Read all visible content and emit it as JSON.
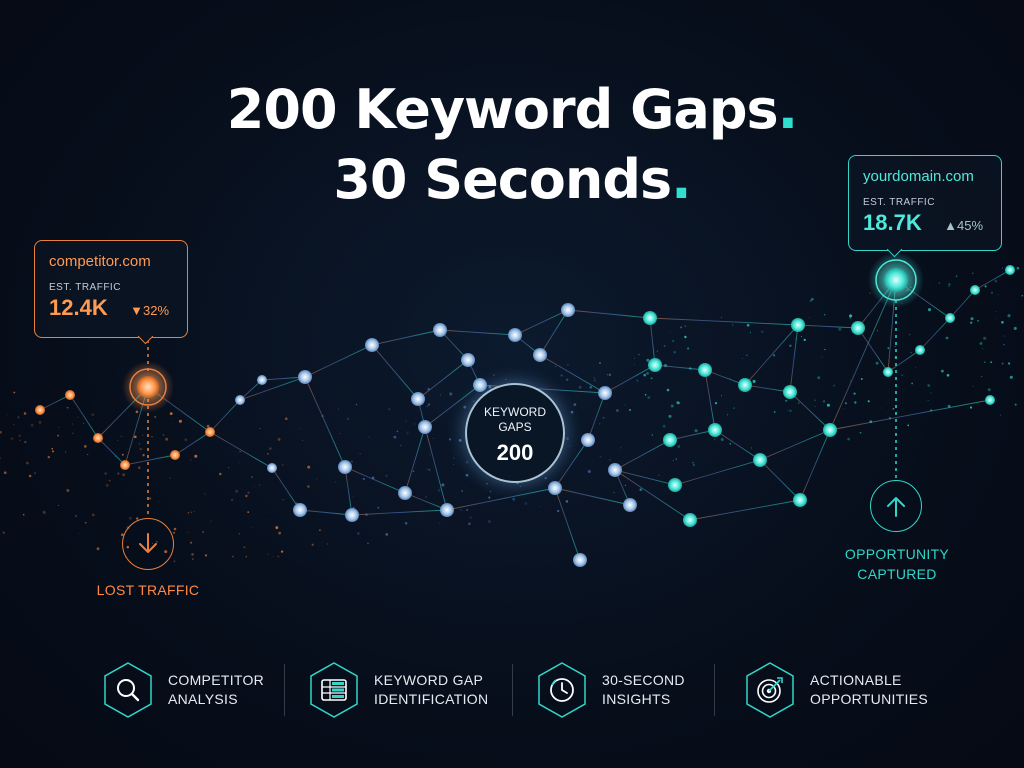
{
  "headline": {
    "line1": "200 Keyword Gaps",
    "line2": "30 Seconds",
    "accent_color": "#2fe0d0"
  },
  "competitor": {
    "domain": "competitor.com",
    "label": "EST. TRAFFIC",
    "value": "12.4K",
    "change": "▼32%",
    "color": "#ff9a52"
  },
  "you": {
    "domain": "yourdomain.com",
    "label": "EST. TRAFFIC",
    "value": "18.7K",
    "change": "▲45%",
    "color": "#31d6c8"
  },
  "hub": {
    "label": "KEYWORD GAPS",
    "value": "200"
  },
  "lost": {
    "label": "LOST TRAFFIC",
    "icon": "arrow-down-icon"
  },
  "opportunity": {
    "label_line1": "OPPORTUNITY",
    "label_line2": "CAPTURED",
    "icon": "arrow-up-icon"
  },
  "features": [
    {
      "line1": "COMPETITOR",
      "line2": "ANALYSIS",
      "icon": "magnifier-icon"
    },
    {
      "line1": "KEYWORD GAP",
      "line2": "IDENTIFICATION",
      "icon": "list-table-icon"
    },
    {
      "line1": "30-SECOND",
      "line2": "INSIGHTS",
      "icon": "clock-icon"
    },
    {
      "line1": "ACTIONABLE",
      "line2": "OPPORTUNITIES",
      "icon": "target-icon"
    }
  ]
}
